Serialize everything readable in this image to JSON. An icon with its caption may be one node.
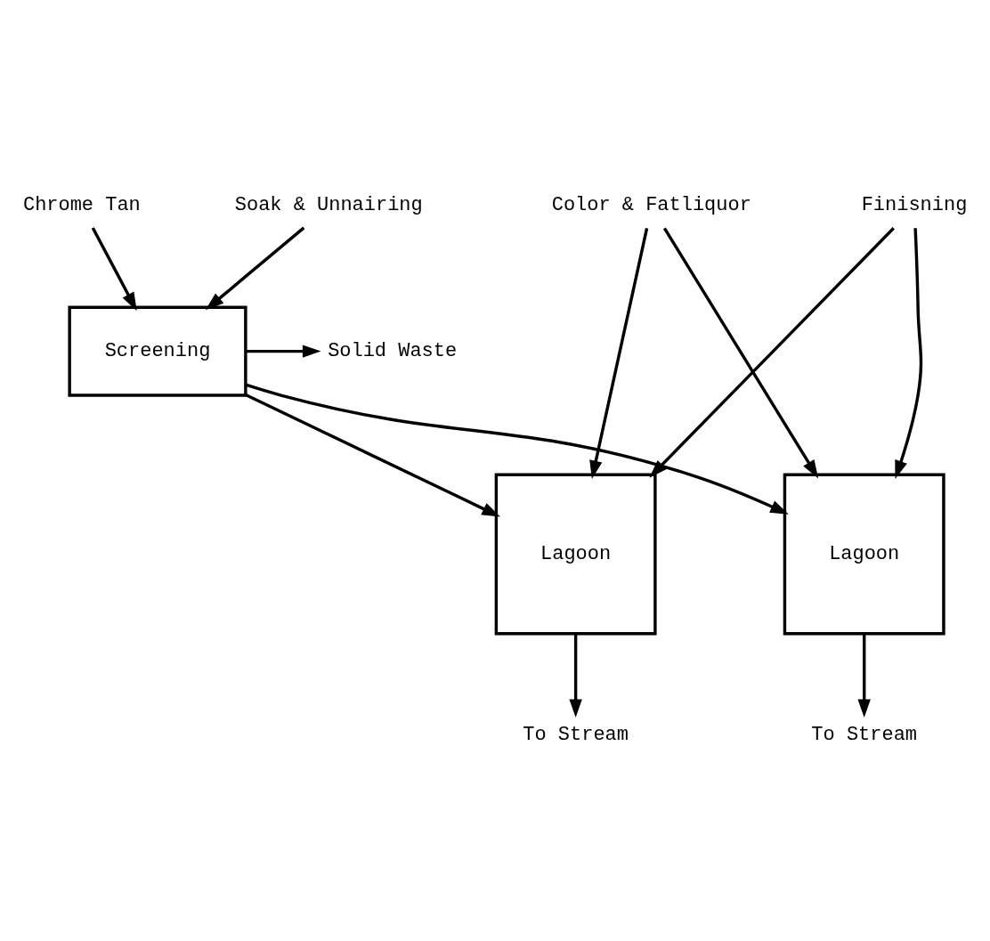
{
  "diagram": {
    "nodes": [
      {
        "text": [
          "Soak & Unnairing"
        ]
      },
      {
        "text": [
          "Chrome Tan"
        ]
      },
      {
        "text": [
          "Color & Fatliquor"
        ]
      },
      {
        "text": [
          "Finisning"
        ]
      },
      {
        "text": [
          "Screening"
        ]
      },
      {
        "text": [
          "Solid Waste"
        ]
      },
      {
        "text": [
          "Lagoon"
        ]
      },
      {
        "text": [
          "Lagoon"
        ]
      },
      {
        "text": [
          "To Stream"
        ]
      },
      {
        "text": [
          "To Stream"
        ]
      }
    ],
    "edges": [
      {
        "from": 0,
        "to": 4,
        "arrow": "to"
      },
      {
        "from": 1,
        "to": 4,
        "arrow": "to"
      },
      {
        "from": 4,
        "to": 5,
        "arrow": "to"
      },
      {
        "from": 4,
        "to": 6,
        "arrow": "to"
      },
      {
        "from": 4,
        "to": 7,
        "arrow": "to"
      },
      {
        "from": 2,
        "to": 6,
        "arrow": "to"
      },
      {
        "from": 2,
        "to": 7,
        "arrow": "to"
      },
      {
        "from": 3,
        "to": 6,
        "arrow": "to"
      },
      {
        "from": 3,
        "to": 7,
        "arrow": "to"
      },
      {
        "from": 6,
        "to": 8,
        "arrow": "to"
      },
      {
        "from": 7,
        "to": 9,
        "arrow": "to"
      }
    ]
  }
}
